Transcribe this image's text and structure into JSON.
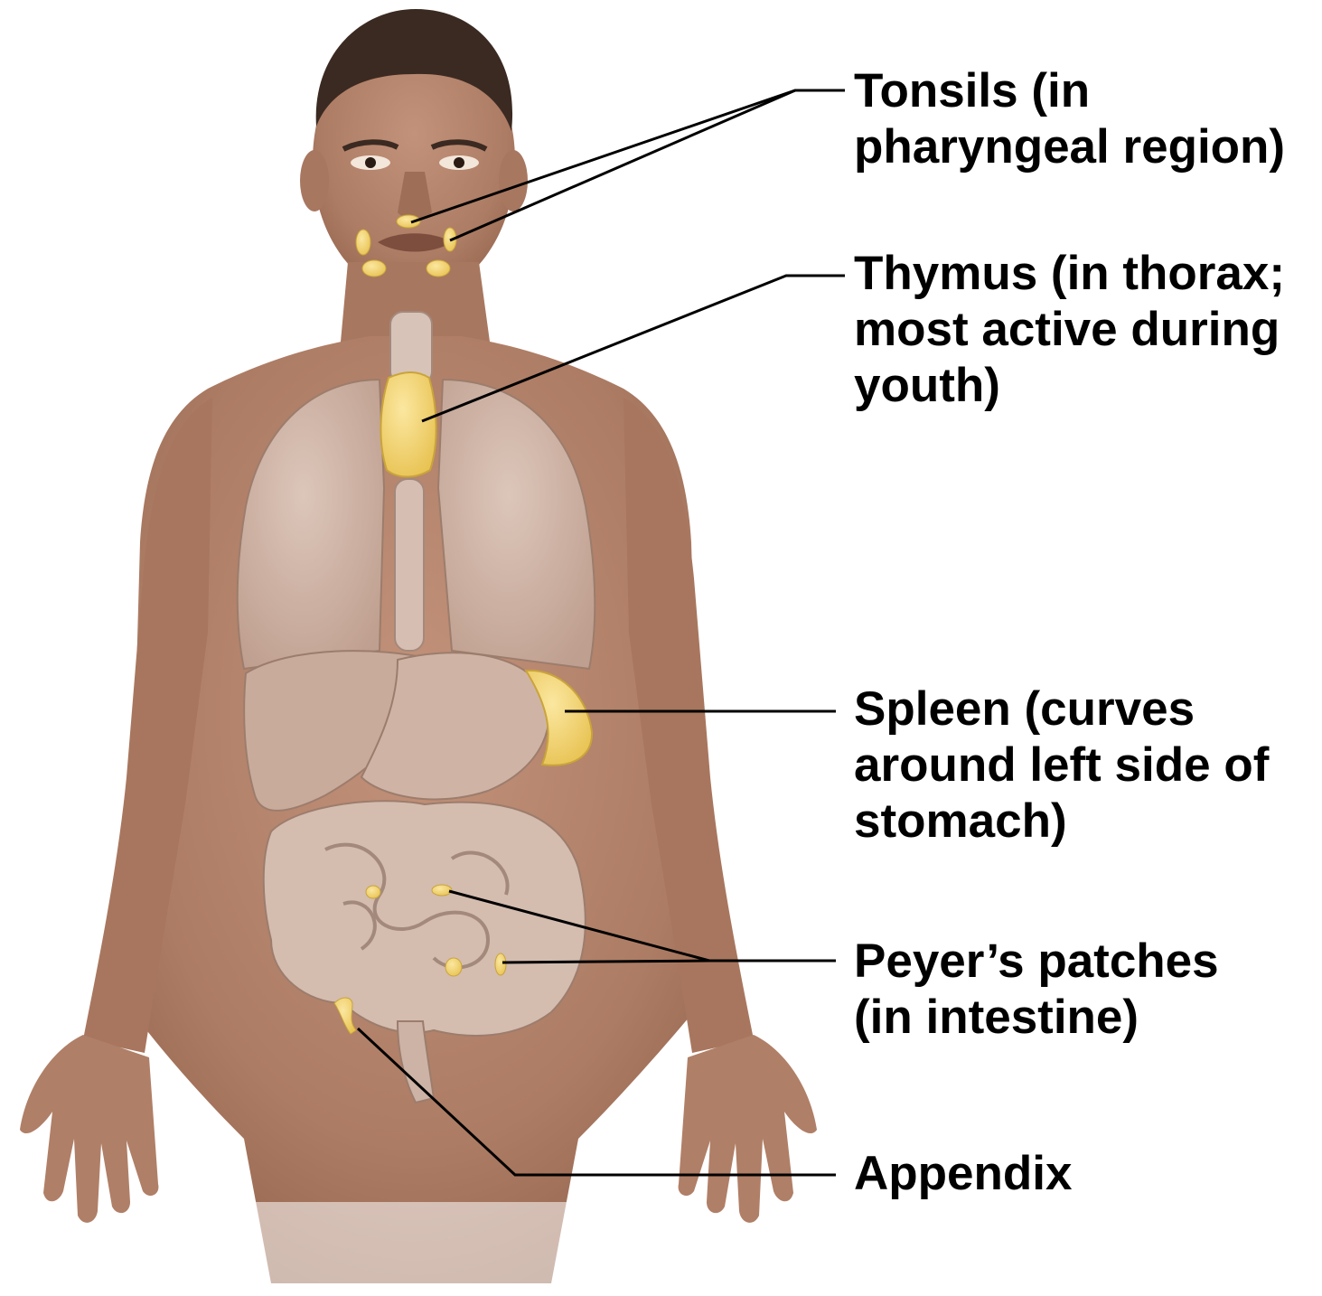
{
  "labels": {
    "tonsils": "Tonsils (in\npharyngeal region)",
    "thymus": "Thymus (in thorax;\nmost active during\nyouth)",
    "spleen": "Spleen (curves\naround left side of\nstomach)",
    "peyers_patches": "Peyer’s patches\n(in intestine)",
    "appendix": "Appendix"
  },
  "colors": {
    "skin": "#b8866e",
    "skin_shadow": "#94654f",
    "organ": "#cdb2a4",
    "organ_edge": "#9c7d6d",
    "lymphoid": "#f2d470",
    "lymphoid_edge": "#c9a43a",
    "leader_line": "#000000",
    "text": "#000000"
  }
}
